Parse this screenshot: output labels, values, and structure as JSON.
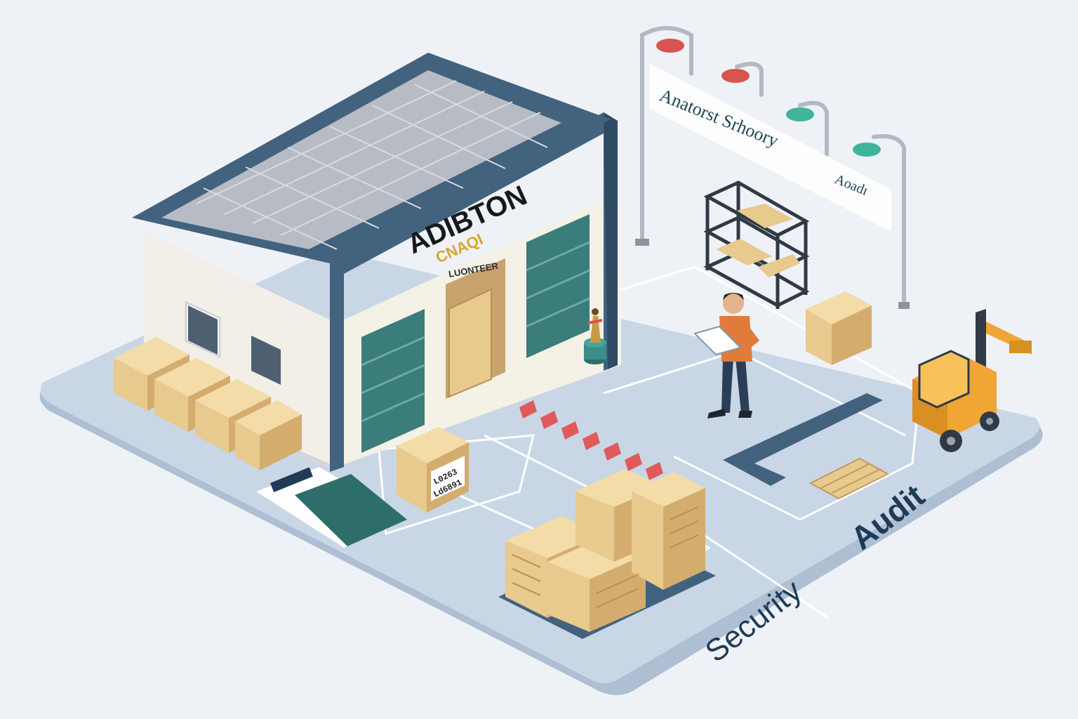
{
  "building": {
    "sign_main": "ADIBTON",
    "sign_sub": "CNAQI",
    "door_label": "LUONTEER"
  },
  "banner": {
    "line1": "Anatorst Srhoory",
    "line2": "Aoadɪ"
  },
  "labels": {
    "box_code_1": "L0263",
    "box_code_2": "Ld6891"
  },
  "caption": {
    "word1": "Security",
    "word2": "Audit"
  },
  "lamp_colors": [
    "#d9534f",
    "#d9534f",
    "#3fb49a",
    "#3fb49a"
  ],
  "colors": {
    "teal_door": "#3a7d7a",
    "roof_frame": "#42627e",
    "cardboard": "#e8c98e",
    "floor": "#c9d6e6",
    "stripe_red": "#e05a5a",
    "forklift": "#f0a534",
    "caption_dark": "#1f3b55"
  }
}
